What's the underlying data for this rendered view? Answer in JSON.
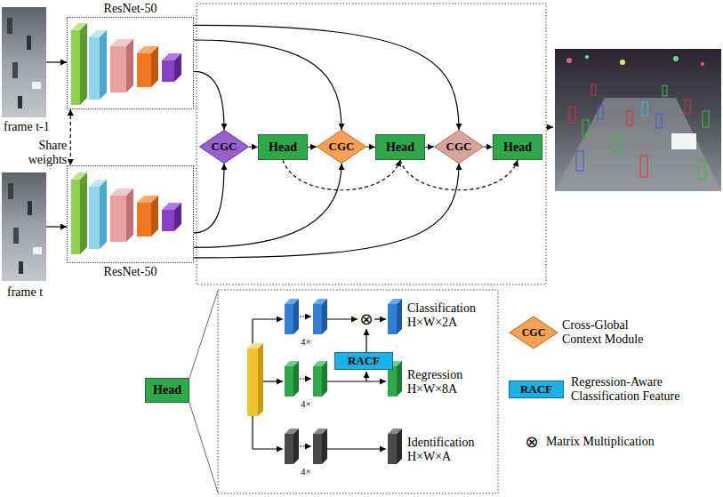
{
  "diagram": {
    "nodes": [
      {
        "text": [
          "ResNet-50"
        ]
      },
      {
        "text": [
          "ResNet-50"
        ]
      },
      {
        "text": [
          "CGC"
        ]
      },
      {
        "text": [
          "Head"
        ]
      },
      {
        "text": [
          "CGC"
        ]
      },
      {
        "text": [
          "Head"
        ]
      },
      {
        "text": [
          "CGC"
        ]
      },
      {
        "text": [
          "Head"
        ]
      },
      {
        "text": [
          "Head"
        ]
      },
      {
        "text": [
          "RACF"
        ]
      }
    ],
    "edges": [
      {
        "from": 0,
        "to": 2,
        "arrow": "to"
      },
      {
        "from": 1,
        "to": 2,
        "arrow": "to"
      },
      {
        "from": 0,
        "to": 4,
        "arrow": "to"
      },
      {
        "from": 1,
        "to": 4,
        "arrow": "to"
      },
      {
        "from": 0,
        "to": 6,
        "arrow": "to"
      },
      {
        "from": 1,
        "to": 6,
        "arrow": "to"
      },
      {
        "from": 2,
        "to": 3,
        "arrow": "to"
      },
      {
        "from": 3,
        "to": 4,
        "arrow": "to"
      },
      {
        "from": 4,
        "to": 5,
        "arrow": "to"
      },
      {
        "from": 5,
        "to": 6,
        "arrow": "to"
      },
      {
        "from": 6,
        "to": 7,
        "arrow": "to"
      },
      {
        "from": 3,
        "to": 5,
        "arrow": "to"
      },
      {
        "from": 5,
        "to": 7,
        "arrow": "to"
      },
      {
        "from": 0,
        "to": 1,
        "label": "Share weights",
        "arrow": "both"
      }
    ],
    "labels": [
      "frame t-1",
      "frame t",
      "4×",
      "4×",
      "4×",
      "Classification H×W×2A",
      "Regression H×W×8A",
      "Identification H×W×A",
      "⊗",
      "CGC",
      "RACF",
      "⊗"
    ],
    "legend": [
      {
        "text": "Cross-Global Context Module"
      },
      {
        "text": "Regression-Aware Classification Feature",
        "color": "#1ab0e8"
      },
      {
        "text": "Matrix Multiplication"
      }
    ]
  }
}
